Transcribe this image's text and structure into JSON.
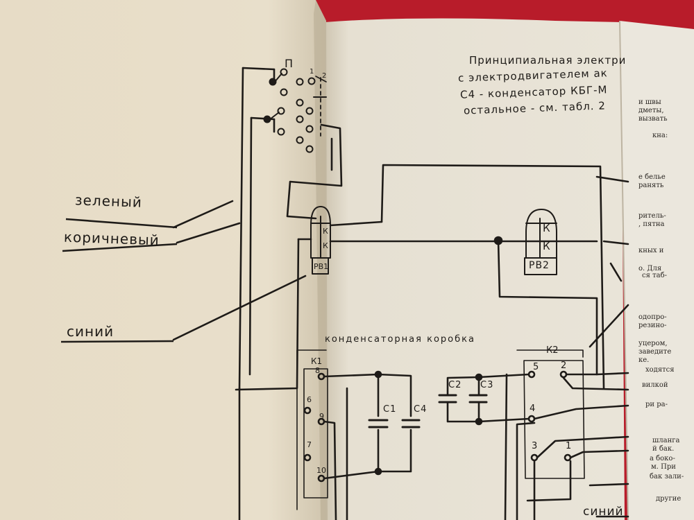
{
  "caption": {
    "line1": "Принципиальная электри",
    "line2": "с электродвигателем ак",
    "line3": "С4 - конденсатор КБГ-М",
    "line4": "остальное - см. табл. 2"
  },
  "wire_labels": {
    "green": "зеленый",
    "brown": "коричневый",
    "blue": "синий",
    "blue_bottom": "синий"
  },
  "switch": {
    "label": "П",
    "pos1": "1",
    "pos2": "2"
  },
  "relays": {
    "rv1": {
      "label": "РВ1",
      "contact": "К"
    },
    "rv2": {
      "label": "РВ2",
      "contact": "К"
    }
  },
  "capacitor_box": {
    "title": "конденсаторная коробка",
    "k1": "К1",
    "k2": "К2",
    "k1_terminals": [
      "8",
      "6",
      "9",
      "7",
      "10"
    ],
    "k2_terminals": [
      "5",
      "2",
      "4",
      "3",
      "1"
    ],
    "capacitors": [
      "С1",
      "С2",
      "С3",
      "С4"
    ]
  },
  "insert_text": [
    "и швы",
    "дметы,",
    "вызвать",
    "кна:",
    "е белье",
    "ранять",
    "ритель-",
    ", пятна",
    "кных и",
    "о. Для",
    "ся таб-",
    "одопро-",
    "резино-",
    "уцером,",
    "заведите",
    "ке.",
    "ходятся",
    "вилкой",
    "ри ра-",
    "шланга",
    "й бак.",
    "а боко-",
    "м. При",
    "бак зали-",
    "другие"
  ],
  "colors": {
    "paper": "#e9e1cf",
    "ink": "#1e1b18",
    "background": "#b81c2a"
  }
}
